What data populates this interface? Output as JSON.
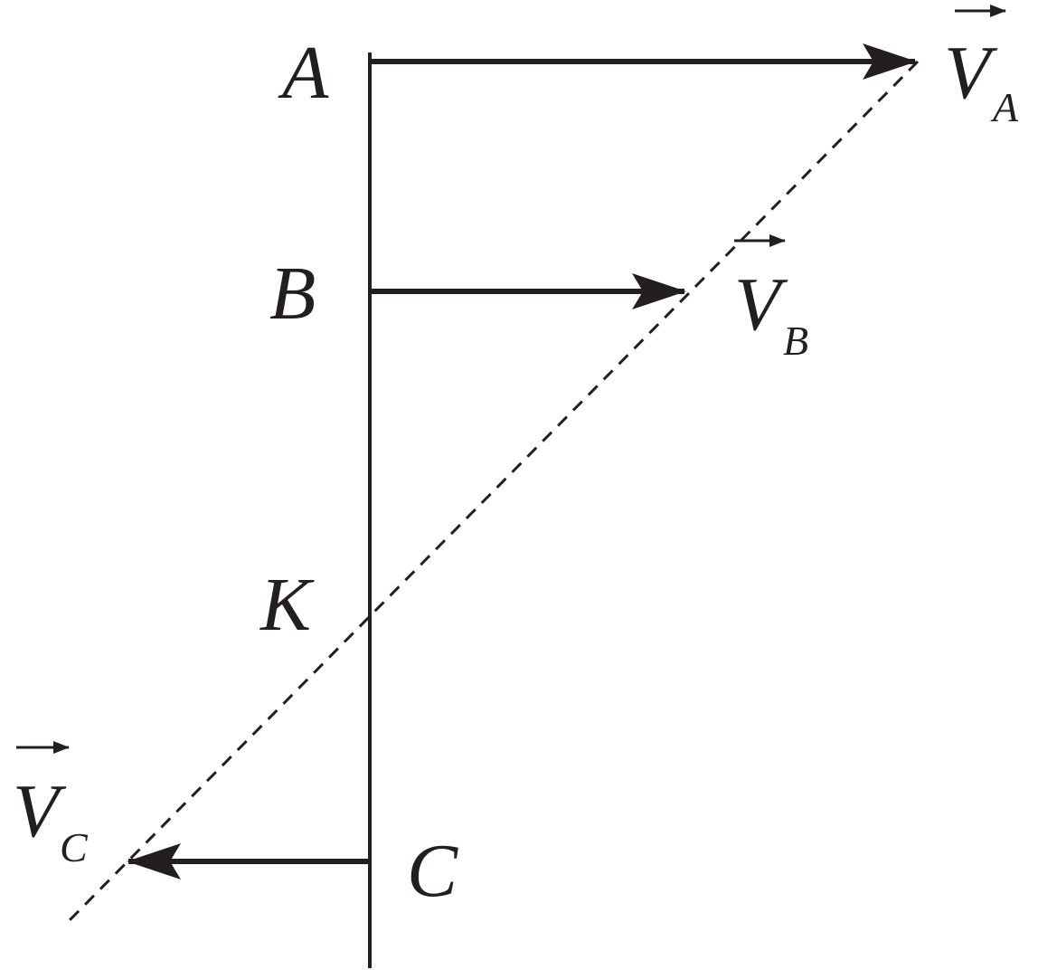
{
  "points": {
    "a": "A",
    "b": "B",
    "k": "K",
    "c": "C"
  },
  "vectors": {
    "va": {
      "symbol": "V",
      "subscript": "A"
    },
    "vb": {
      "symbol": "V",
      "subscript": "B"
    },
    "vc": {
      "symbol": "V",
      "subscript": "C"
    }
  },
  "colors": {
    "ink": "#231f20",
    "background": "#ffffff"
  }
}
